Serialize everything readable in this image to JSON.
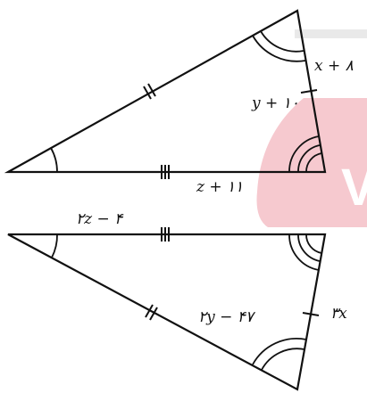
{
  "colors": {
    "stroke": "#111111",
    "watermark_pink": "#f6c9cf",
    "watermark_gray": "#e9e9e9"
  },
  "labels": {
    "top_left_side": "y + ۱۰",
    "top_right_side": "x + ۸",
    "top_bottom_side": "z + ۱۱",
    "bottom_top_side": "۲z − ۴",
    "bottom_left_side": "۲y − ۴۷",
    "bottom_right_side": "۳x"
  },
  "watermark": {
    "text": "V"
  }
}
